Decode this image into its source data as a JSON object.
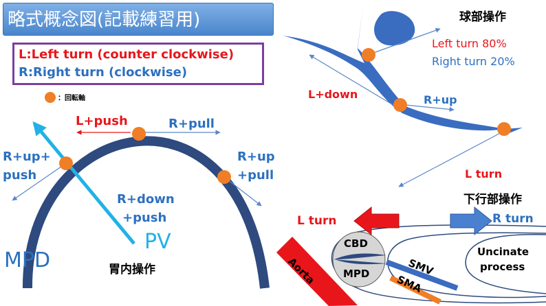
{
  "title": "略式概念図(記載練習用)",
  "legend": {
    "left": "L:Left turn (counter clockwise)",
    "right": "R:Right turn (clockwise)",
    "axis_note": "：回転軸"
  },
  "left_panel": {
    "l_push": "L+push",
    "r_pull": "R+pull",
    "r_up_push_1": "R+up+",
    "r_up_push_2": "push",
    "r_up_pull_1": "R+up",
    "r_up_pull_2": "+pull",
    "r_down_push_1": "R+down",
    "r_down_push_2": "+push",
    "pv": "PV",
    "mpd": "MPD",
    "caption": "胃内操作"
  },
  "right_top": {
    "caption": "球部操作",
    "left_turn": "Left turn 80%",
    "right_turn": "Right turn 20%",
    "l_down": "L+down",
    "r_up": "R+up",
    "l_turn": "L turn"
  },
  "right_bottom": {
    "caption": "下行部操作",
    "l_turn": "L turn",
    "r_turn": "R turn",
    "cbd": "CBD",
    "mpd": "MPD",
    "smv": "SMV",
    "sma": "SMA",
    "aorta": "Aorta",
    "uncinate_1": "Uncinate",
    "uncinate_2": "process"
  },
  "colors": {
    "accent_red": "#e8161b",
    "accent_blue": "#2c70c0",
    "dark_blue": "#2e4a7e",
    "pivot_orange": "#f07e26",
    "duct_blue": "#3a6cc0",
    "light_blue": "#22b1e6"
  }
}
